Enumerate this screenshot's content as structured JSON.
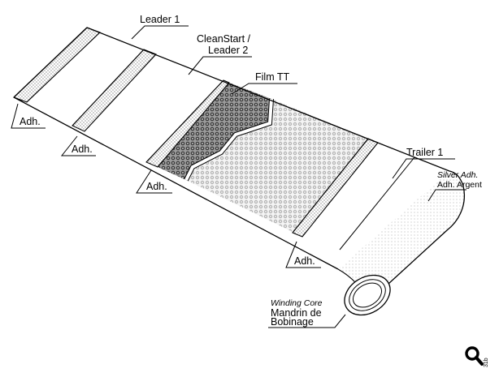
{
  "labels": {
    "leader1": "Leader 1",
    "cleanstart_line1": "CleanStart /",
    "cleanstart_line2": "Leader 2",
    "film": "Film TT",
    "trailer": "Trailer 1",
    "silver_line1": "Silver Adh.",
    "silver_line2": "Adh. Argent",
    "adh": "Adh.",
    "core_line1": "Winding Core",
    "core_line2": "Mandrin de",
    "core_line3": "Bobinage"
  },
  "zoom": {
    "icon": "magnifier-icon",
    "code": "31b"
  },
  "colors": {
    "line": "#000000",
    "film_dark": "#5a5a5a",
    "film_light": "#d8d8d8",
    "adhesive_dots": "#707070",
    "background": "#ffffff"
  }
}
